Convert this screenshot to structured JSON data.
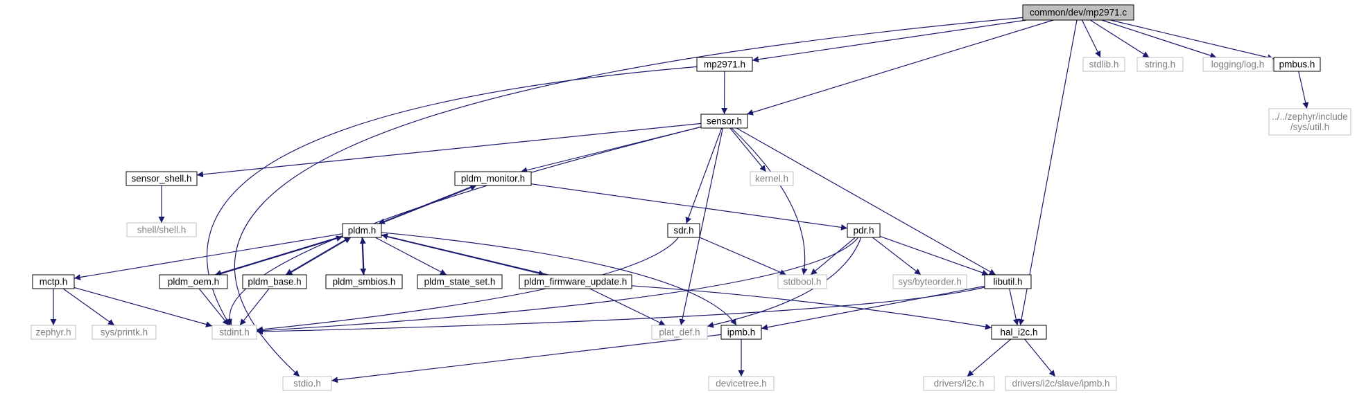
{
  "colors": {
    "edge": "#191970",
    "box_border": "#000000",
    "root_fill": "#bfbfbf",
    "external_border": "#bfbfbf",
    "external_text": "#7f7f7f",
    "text": "#000000",
    "background": "#ffffff"
  },
  "nodes": [
    {
      "id": "root",
      "label": "common/dev/mp2971.c",
      "kind": "root"
    },
    {
      "id": "mp2971_h",
      "label": "mp2971.h",
      "kind": "file"
    },
    {
      "id": "stdlib_h",
      "label": "stdlib.h",
      "kind": "external"
    },
    {
      "id": "string_h",
      "label": "string.h",
      "kind": "external"
    },
    {
      "id": "log_h",
      "label": "logging/log.h",
      "kind": "external"
    },
    {
      "id": "pmbus_h",
      "label": "pmbus.h",
      "kind": "file"
    },
    {
      "id": "util_h",
      "label": "../../zephyr/include\n/sys/util.h",
      "kind": "external"
    },
    {
      "id": "sensor_h",
      "label": "sensor.h",
      "kind": "file"
    },
    {
      "id": "sensor_shell_h",
      "label": "sensor_shell.h",
      "kind": "file"
    },
    {
      "id": "shell_h",
      "label": "shell/shell.h",
      "kind": "external"
    },
    {
      "id": "kernel_h",
      "label": "kernel.h",
      "kind": "external"
    },
    {
      "id": "pldm_monitor_h",
      "label": "pldm_monitor.h",
      "kind": "file"
    },
    {
      "id": "sdr_h",
      "label": "sdr.h",
      "kind": "file"
    },
    {
      "id": "pdr_h",
      "label": "pdr.h",
      "kind": "file"
    },
    {
      "id": "pldm_h",
      "label": "pldm.h",
      "kind": "file"
    },
    {
      "id": "mctp_h",
      "label": "mctp.h",
      "kind": "file"
    },
    {
      "id": "pldm_oem_h",
      "label": "pldm_oem.h",
      "kind": "file"
    },
    {
      "id": "pldm_base_h",
      "label": "pldm_base.h",
      "kind": "file"
    },
    {
      "id": "pldm_smbios_h",
      "label": "pldm_smbios.h",
      "kind": "file"
    },
    {
      "id": "pldm_state_set_h",
      "label": "pldm_state_set.h",
      "kind": "file"
    },
    {
      "id": "pldm_firmware_update_h",
      "label": "pldm_firmware_update.h",
      "kind": "file"
    },
    {
      "id": "stdbool_h",
      "label": "stdbool.h",
      "kind": "external"
    },
    {
      "id": "byteorder_h",
      "label": "sys/byteorder.h",
      "kind": "external"
    },
    {
      "id": "libutil_h",
      "label": "libutil.h",
      "kind": "file"
    },
    {
      "id": "zephyr_h",
      "label": "zephyr.h",
      "kind": "external"
    },
    {
      "id": "printk_h",
      "label": "sys/printk.h",
      "kind": "external"
    },
    {
      "id": "stdint_h",
      "label": "stdint.h",
      "kind": "external"
    },
    {
      "id": "plat_def_h",
      "label": "plat_def.h",
      "kind": "external"
    },
    {
      "id": "ipmb_h",
      "label": "ipmb.h",
      "kind": "file"
    },
    {
      "id": "hal_i2c_h",
      "label": "hal_i2c.h",
      "kind": "file"
    },
    {
      "id": "devicetree_h",
      "label": "devicetree.h",
      "kind": "external"
    },
    {
      "id": "stdio_h",
      "label": "stdio.h",
      "kind": "external"
    },
    {
      "id": "drivers_i2c_h",
      "label": "drivers/i2c.h",
      "kind": "external"
    },
    {
      "id": "drivers_ipmb_h",
      "label": "drivers/i2c/slave/ipmb.h",
      "kind": "external"
    }
  ],
  "edges": [
    {
      "from": "root",
      "to": "mp2971_h"
    },
    {
      "from": "root",
      "to": "stdlib_h"
    },
    {
      "from": "root",
      "to": "string_h"
    },
    {
      "from": "root",
      "to": "log_h"
    },
    {
      "from": "root",
      "to": "pmbus_h"
    },
    {
      "from": "root",
      "to": "sensor_h"
    },
    {
      "from": "root",
      "to": "hal_i2c_h"
    },
    {
      "from": "root",
      "to": "stdio_h"
    },
    {
      "from": "pmbus_h",
      "to": "util_h"
    },
    {
      "from": "mp2971_h",
      "to": "sensor_h"
    },
    {
      "from": "mp2971_h",
      "to": "stdint_h"
    },
    {
      "from": "sensor_h",
      "to": "sensor_shell_h"
    },
    {
      "from": "sensor_h",
      "to": "pldm_monitor_h"
    },
    {
      "from": "sensor_h",
      "to": "kernel_h"
    },
    {
      "from": "sensor_h",
      "to": "sdr_h"
    },
    {
      "from": "sensor_h",
      "to": "stdbool_h"
    },
    {
      "from": "sensor_h",
      "to": "libutil_h"
    },
    {
      "from": "sensor_h",
      "to": "stdint_h"
    },
    {
      "from": "sensor_h",
      "to": "plat_def_h"
    },
    {
      "from": "sensor_shell_h",
      "to": "shell_h"
    },
    {
      "from": "pldm_monitor_h",
      "to": "pldm_h"
    },
    {
      "from": "pldm_monitor_h",
      "to": "pdr_h"
    },
    {
      "from": "pldm_h",
      "to": "pldm_monitor_h"
    },
    {
      "from": "pldm_h",
      "to": "mctp_h"
    },
    {
      "from": "pldm_h",
      "to": "pldm_oem_h"
    },
    {
      "from": "pldm_h",
      "to": "pldm_base_h"
    },
    {
      "from": "pldm_h",
      "to": "pldm_smbios_h"
    },
    {
      "from": "pldm_h",
      "to": "pldm_state_set_h"
    },
    {
      "from": "pldm_h",
      "to": "pldm_firmware_update_h"
    },
    {
      "from": "pldm_h",
      "to": "ipmb_h"
    },
    {
      "from": "pldm_oem_h",
      "to": "pldm_h"
    },
    {
      "from": "pldm_base_h",
      "to": "pldm_h"
    },
    {
      "from": "pldm_smbios_h",
      "to": "pldm_h"
    },
    {
      "from": "pldm_firmware_update_h",
      "to": "pldm_h"
    },
    {
      "from": "pldm_oem_h",
      "to": "stdint_h"
    },
    {
      "from": "pldm_base_h",
      "to": "stdint_h"
    },
    {
      "from": "pldm_firmware_update_h",
      "to": "plat_def_h"
    },
    {
      "from": "pldm_firmware_update_h",
      "to": "hal_i2c_h"
    },
    {
      "from": "mctp_h",
      "to": "zephyr_h"
    },
    {
      "from": "mctp_h",
      "to": "printk_h"
    },
    {
      "from": "mctp_h",
      "to": "stdint_h"
    },
    {
      "from": "sdr_h",
      "to": "stdbool_h"
    },
    {
      "from": "sdr_h",
      "to": "stdint_h"
    },
    {
      "from": "pdr_h",
      "to": "stdbool_h"
    },
    {
      "from": "pdr_h",
      "to": "byteorder_h"
    },
    {
      "from": "pdr_h",
      "to": "libutil_h"
    },
    {
      "from": "pdr_h",
      "to": "stdint_h"
    },
    {
      "from": "pdr_h",
      "to": "plat_def_h"
    },
    {
      "from": "libutil_h",
      "to": "hal_i2c_h"
    },
    {
      "from": "libutil_h",
      "to": "stdint_h"
    },
    {
      "from": "libutil_h",
      "to": "ipmb_h"
    },
    {
      "from": "ipmb_h",
      "to": "devicetree_h"
    },
    {
      "from": "ipmb_h",
      "to": "stdio_h"
    },
    {
      "from": "hal_i2c_h",
      "to": "drivers_i2c_h"
    },
    {
      "from": "hal_i2c_h",
      "to": "drivers_ipmb_h"
    }
  ]
}
